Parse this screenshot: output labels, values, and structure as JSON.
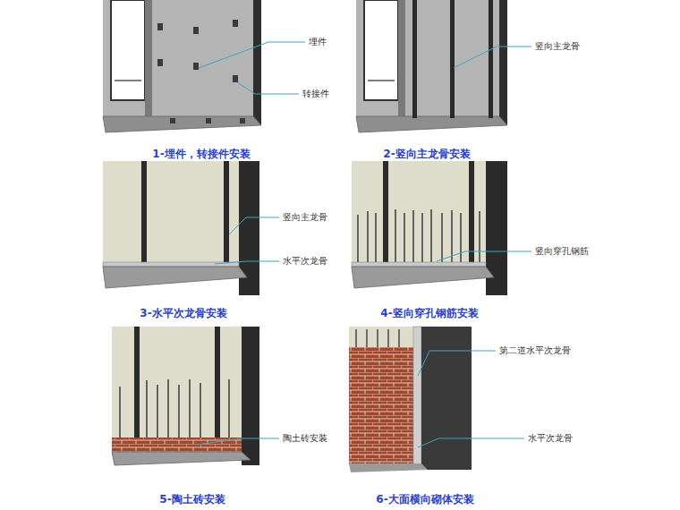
{
  "diagram": {
    "labels": [
      "埋件",
      "转接件",
      "1-埋件，转接件安装",
      "竖向主龙骨",
      "2-竖向主龙骨安装",
      "竖向主龙骨",
      "水平次龙骨",
      "3-水平次龙骨安装",
      "竖向穿孔钢筋",
      "4-竖向穿孔钢筋安装",
      "陶土砖安装",
      "5-陶土砖安装",
      "第二道水平次龙骨",
      "水平次龙骨",
      "6-大面横向砌体安装"
    ]
  }
}
